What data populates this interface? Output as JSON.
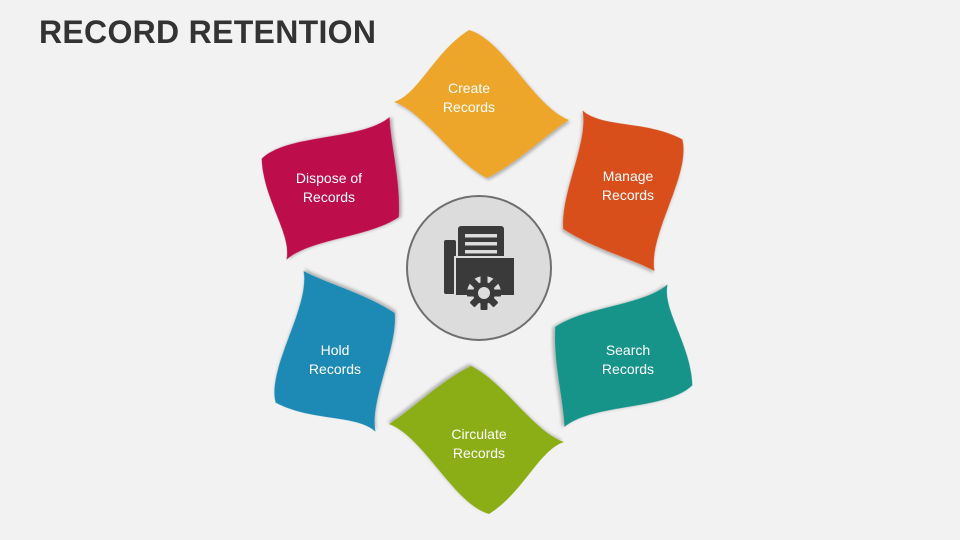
{
  "title": "RECORD RETENTION",
  "center_icon": "document-gear-icon",
  "stages": [
    {
      "line1": "Create",
      "line2": "Records",
      "color": "#EDA62B"
    },
    {
      "line1": "Manage",
      "line2": "Records",
      "color": "#D8501C"
    },
    {
      "line1": "Search",
      "line2": "Records",
      "color": "#159489"
    },
    {
      "line1": "Circulate",
      "line2": "Records",
      "color": "#8BAE14"
    },
    {
      "line1": "Hold",
      "line2": "Records",
      "color": "#1A8AB4"
    },
    {
      "line1": "Dispose of",
      "line2": "Records",
      "color": "#BE0A4C"
    }
  ]
}
